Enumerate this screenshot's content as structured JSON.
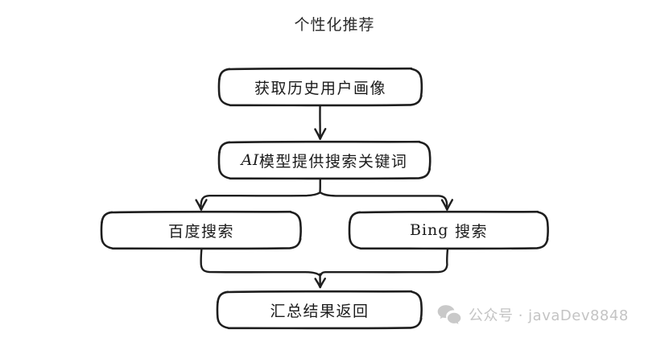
{
  "diagram": {
    "title": "个性化推荐",
    "style": "hand-drawn flowchart",
    "stroke_color": "#1e1e1e",
    "background_color": "#ffffff",
    "nodes": [
      {
        "id": "history",
        "label": "获取历史用户画像",
        "shape": "rounded-rectangle"
      },
      {
        "id": "ai",
        "label_latin": "AI",
        "label_cjk": "模型提供搜索关键词",
        "shape": "rounded-rectangle"
      },
      {
        "id": "baidu",
        "label": "百度搜索",
        "shape": "rounded-rectangle"
      },
      {
        "id": "bing",
        "label_latin": "Bing",
        "label_cjk": "搜索",
        "shape": "rounded-rectangle"
      },
      {
        "id": "summary",
        "label": "汇总结果返回",
        "shape": "rounded-rectangle"
      }
    ],
    "edges": [
      {
        "from": "history",
        "to": "ai",
        "type": "arrow-down"
      },
      {
        "from": "ai",
        "to": "baidu",
        "type": "fork-arrow-left"
      },
      {
        "from": "ai",
        "to": "bing",
        "type": "fork-arrow-right"
      },
      {
        "from": "baidu",
        "to": "summary",
        "type": "merge-arrow"
      },
      {
        "from": "bing",
        "to": "summary",
        "type": "merge-arrow"
      }
    ]
  },
  "watermark": {
    "icon": "wechat-icon",
    "text": "公众号 · javaDev8848",
    "color": "#c4c4c4"
  }
}
